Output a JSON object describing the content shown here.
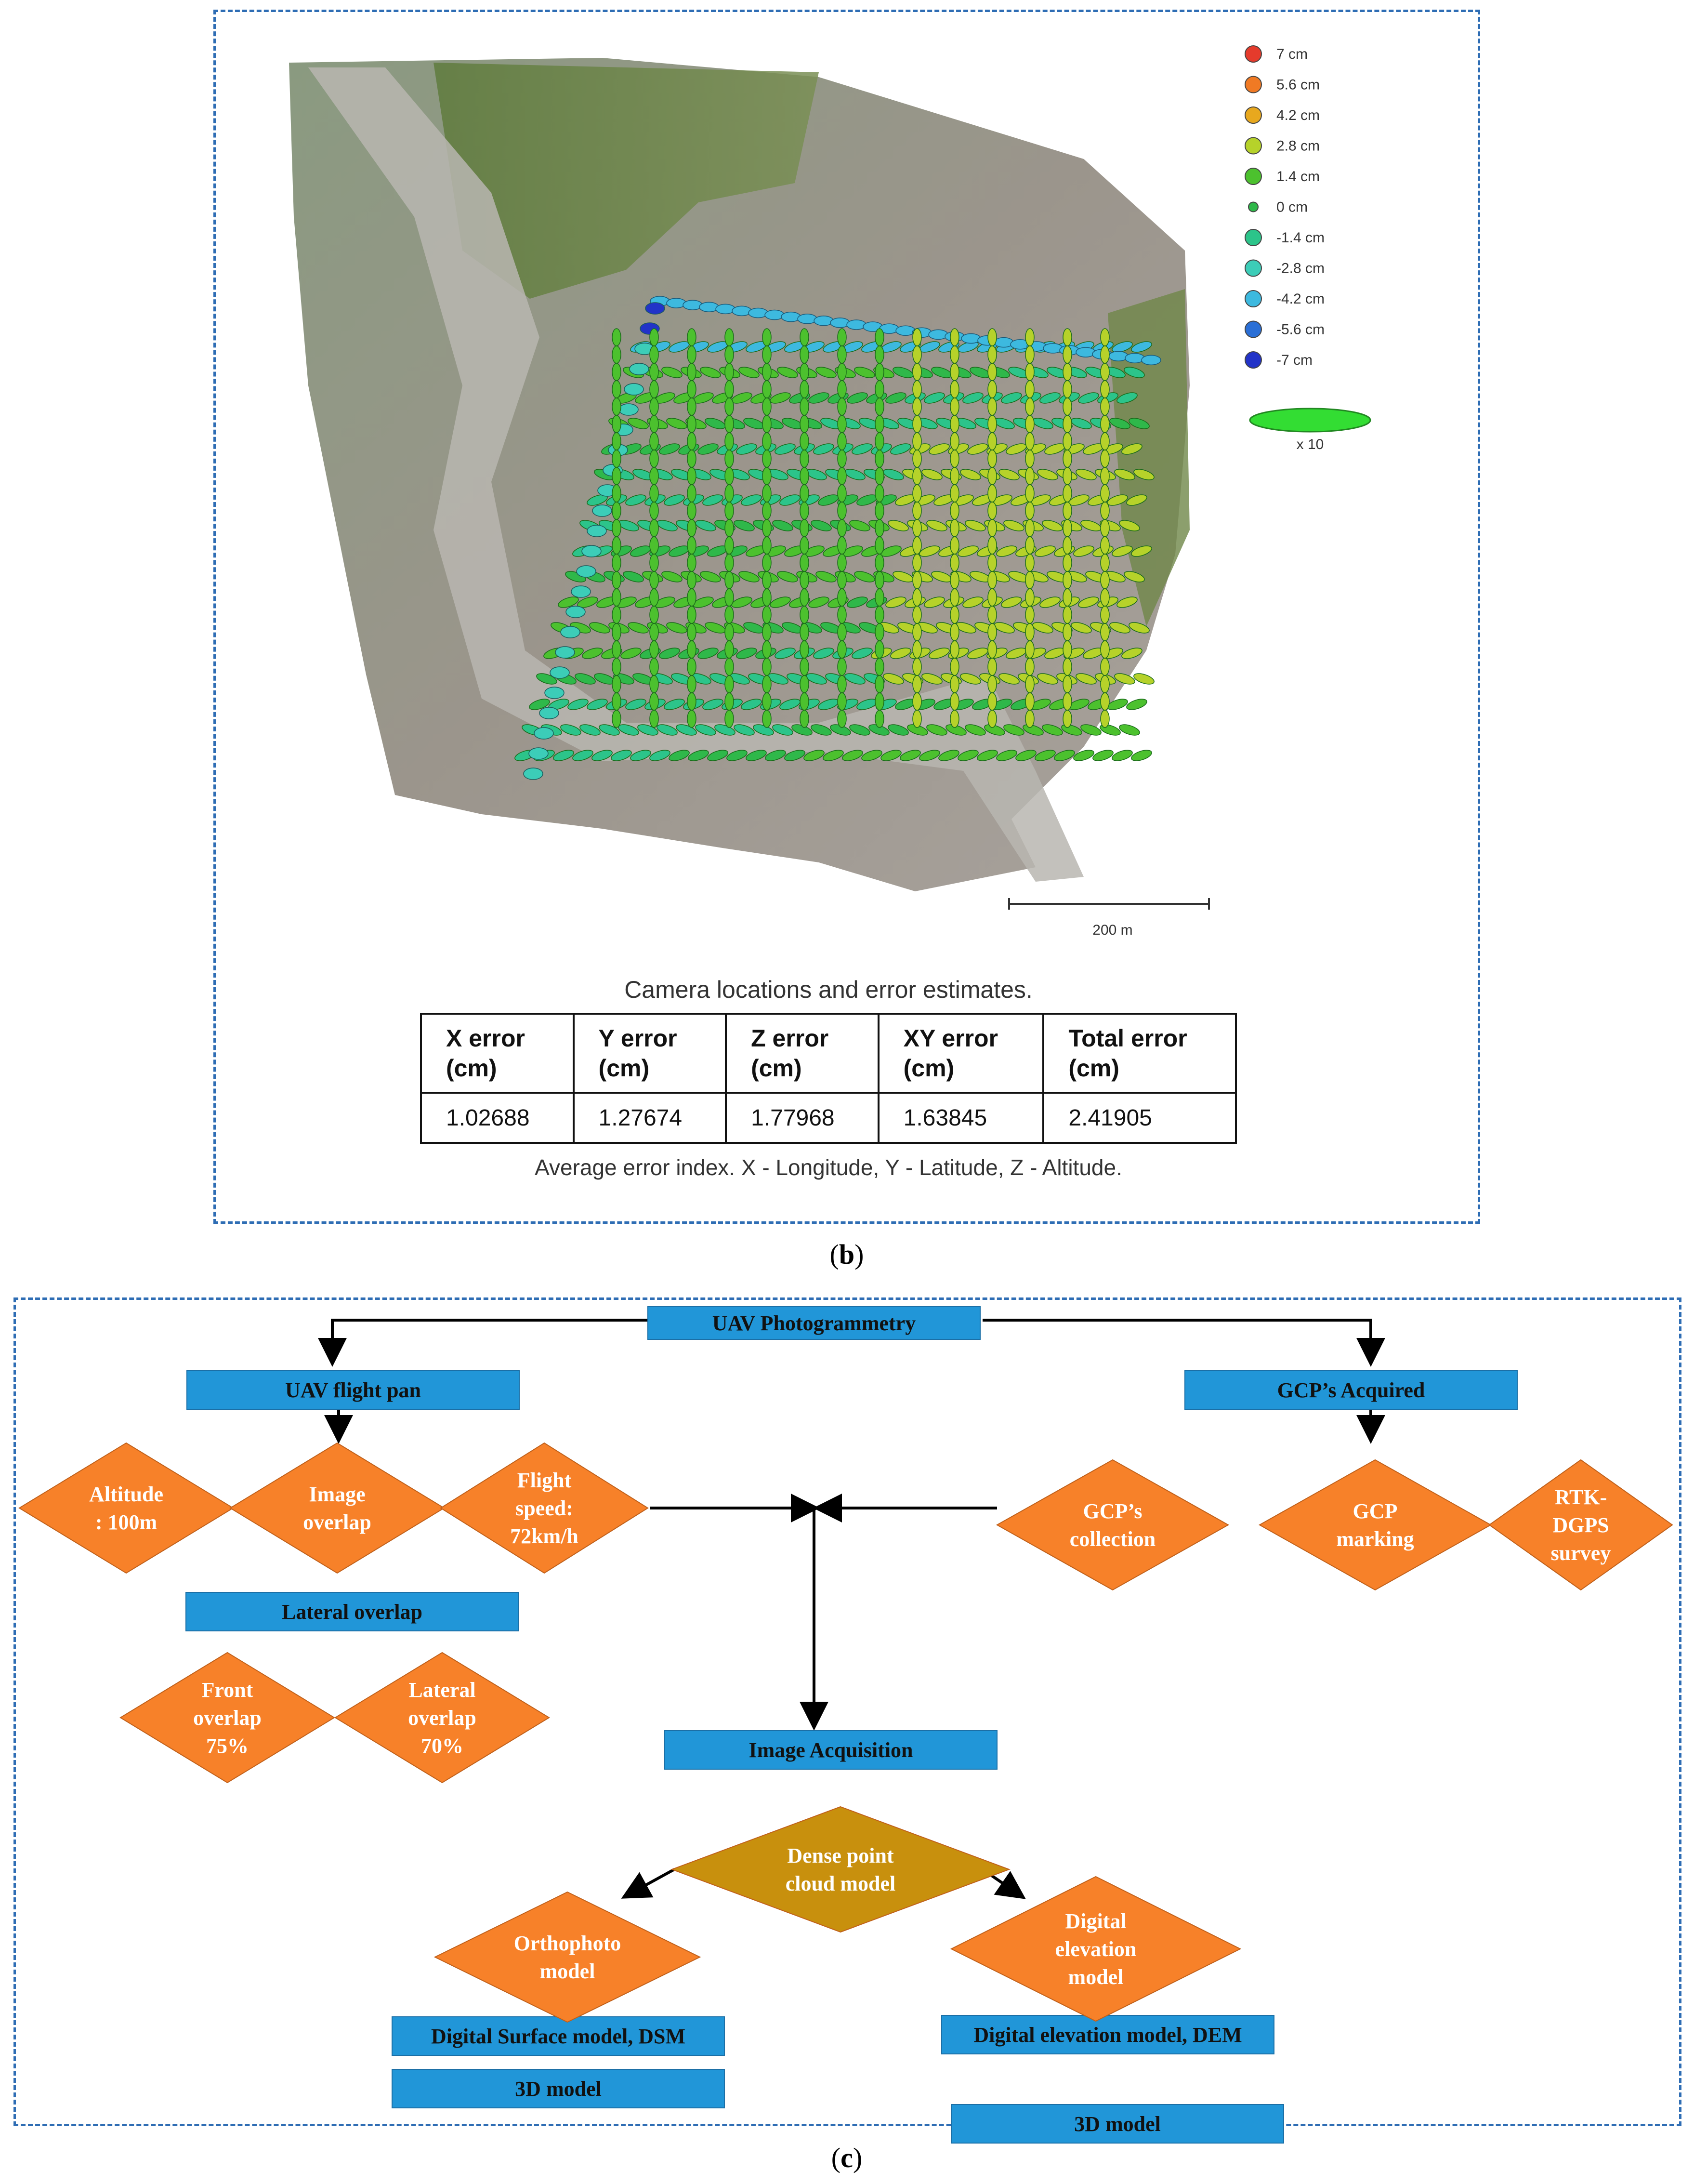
{
  "panel_b": {
    "label": "b",
    "legend": [
      {
        "text": "7 cm",
        "color": "#e53b2c"
      },
      {
        "text": "5.6 cm",
        "color": "#f07a24"
      },
      {
        "text": "4.2 cm",
        "color": "#e8a81e"
      },
      {
        "text": "2.8 cm",
        "color": "#b6d22a"
      },
      {
        "text": "1.4 cm",
        "color": "#4cc12e"
      },
      {
        "text": "0 cm",
        "color": "#2fb84a"
      },
      {
        "text": "-1.4 cm",
        "color": "#2cc48a"
      },
      {
        "text": "-2.8 cm",
        "color": "#3ccdb8"
      },
      {
        "text": "-4.2 cm",
        "color": "#3db9df"
      },
      {
        "text": "-5.6 cm",
        "color": "#2a6fd6"
      },
      {
        "text": "-7 cm",
        "color": "#2233c8"
      }
    ],
    "scale_ellipse_label": "x 10",
    "scale_bar_label": "200 m",
    "table_title": "Camera locations and error estimates.",
    "table_headers": [
      [
        "X error",
        "(cm)"
      ],
      [
        "Y error",
        "(cm)"
      ],
      [
        "Z error",
        "(cm)"
      ],
      [
        "XY error",
        "(cm)"
      ],
      [
        "Total error",
        "(cm)"
      ]
    ],
    "table_values": [
      "1.02688",
      "1.27674",
      "1.77968",
      "1.63845",
      "2.41905"
    ],
    "table_footnote": "Average error index. X - Longitude, Y - Latitude, Z - Altitude."
  },
  "panel_c": {
    "label": "c",
    "boxes": {
      "uav_photogrammetry": "UAV Photogrammetry",
      "uav_flight_plan": "UAV flight pan",
      "gcp_acquired": "GCP’s Acquired",
      "lateral_overlap_header": "Lateral overlap",
      "image_acquisition": "Image Acquisition",
      "dsm": "Digital Surface model, DSM",
      "dem": "Digital elevation model, DEM",
      "model_3d_left": "3D model",
      "model_3d_right": "3D model"
    },
    "diamonds": {
      "altitude": [
        "Altitude",
        ": 100m"
      ],
      "image_overlap": [
        "Image",
        "overlap"
      ],
      "flight_speed": [
        "Flight",
        "speed:",
        "72km/h"
      ],
      "gcp_collection": [
        "GCP’s",
        "collection"
      ],
      "gcp_marking": [
        "GCP",
        "marking"
      ],
      "rtk_dgps": [
        "RTK-",
        "DGPS",
        "survey"
      ],
      "front_overlap": [
        "Front",
        "overlap",
        "75%"
      ],
      "lateral_overlap": [
        "Lateral",
        "overlap",
        "70%"
      ],
      "dense_point_cloud": [
        "Dense point",
        "cloud model"
      ],
      "orthophoto": [
        "Orthophoto",
        "model"
      ],
      "digital_elevation": [
        "Digital",
        "elevation",
        "model"
      ]
    },
    "colors": {
      "box": "#2196d8",
      "diamond": "#f78129",
      "diamond_center": "#c8900d"
    }
  }
}
